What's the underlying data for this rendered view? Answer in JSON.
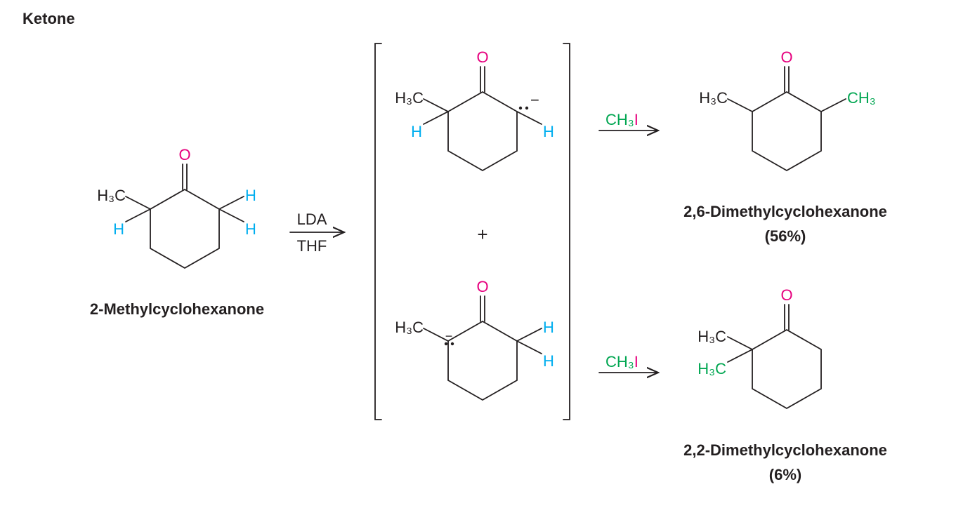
{
  "heading": "Ketone",
  "colors": {
    "oxygen": "#e6007e",
    "hydrogen": "#00aeef",
    "methyl_added": "#00a651",
    "iodine": "#e6007e"
  },
  "starting_material": {
    "name": "2-Methylcyclohexanone",
    "o": "O",
    "methyl": "H₃C",
    "h_left": "H",
    "h_right_top": "H",
    "h_right_bottom": "H"
  },
  "reagents_1": {
    "top": "LDA",
    "bottom": "THF"
  },
  "enolates": {
    "top": {
      "o": "O",
      "methyl": "H₃C",
      "h_left": "H",
      "h_right": "H",
      "charge": "−"
    },
    "plus": "+",
    "bottom": {
      "o": "O",
      "methyl": "H₃C",
      "h_right_top": "H",
      "h_right_bottom": "H",
      "charge": "−"
    }
  },
  "reagent_2": {
    "ch3": "CH₃",
    "i": "I"
  },
  "product_1": {
    "name": "2,6-Dimethylcyclohexanone",
    "yield": "(56%)",
    "o": "O",
    "methyl_left": "H₃C",
    "methyl_right": "CH₃"
  },
  "product_2": {
    "name": "2,2-Dimethylcyclohexanone",
    "yield": "(6%)",
    "o": "O",
    "methyl_top": "H₃C",
    "methyl_bottom": "H₃C"
  }
}
